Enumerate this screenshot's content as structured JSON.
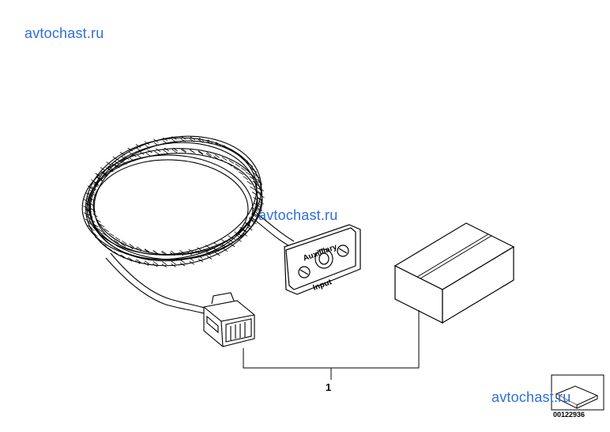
{
  "watermarks": [
    "avtochast.ru",
    "avtochast.ru",
    "avtochast.ru"
  ],
  "socket_label_line1": "Auxilliary",
  "socket_label_line2": "Input",
  "callout_number": "1",
  "reference_number": "00122936",
  "icon": "bmw-parts-diagram-badge-icon"
}
